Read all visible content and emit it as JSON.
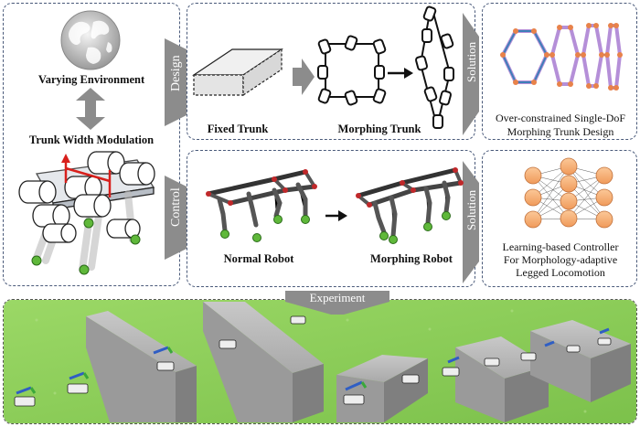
{
  "left_panel": {
    "varying_environment": "Varying Environment",
    "trunk_width_modulation": "Trunk Width Modulation"
  },
  "side_tabs": {
    "design": "Design",
    "control": "Control",
    "solution_top": "Solution",
    "solution_bottom": "Solution"
  },
  "design_panel": {
    "fixed_trunk": "Fixed Trunk",
    "morphing_trunk": "Morphing Trunk"
  },
  "control_panel": {
    "normal_robot": "Normal Robot",
    "morphing_robot": "Morphing Robot"
  },
  "solutions": {
    "design_line1": "Over-constrained Single-DoF",
    "design_line2": "Morphing Trunk Design",
    "control_line1": "Learning-based Controller",
    "control_line2": "For Morphology-adaptive",
    "control_line3": "Legged Locomotion"
  },
  "experiment": {
    "label": "Experiment"
  },
  "colors": {
    "border": "#4a5a7a",
    "arrow_gray": "#8c8c8c",
    "ground_green": "#8fcf5a",
    "neuron_orange": "#f6b27a",
    "foot_green": "#5fb83a",
    "highlight_red": "#d8201c",
    "truss_purple": "#b58fd8"
  }
}
